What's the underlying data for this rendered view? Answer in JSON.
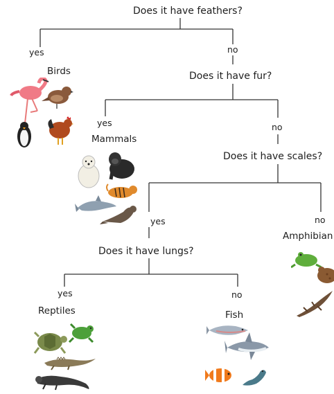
{
  "questions": {
    "feathers": "Does it have feathers?",
    "fur": "Does it have fur?",
    "scales": "Does it have scales?",
    "lungs": "Does it have lungs?"
  },
  "branches": {
    "feathers_yes": "yes",
    "feathers_no": "no",
    "fur_yes": "yes",
    "fur_no": "no",
    "scales_yes": "yes",
    "scales_no": "no",
    "lungs_yes": "yes",
    "lungs_no": "no"
  },
  "groups": {
    "birds": "Birds",
    "mammals": "Mammals",
    "amphibians": "Amphibian",
    "reptiles": "Reptiles",
    "fish": "Fish"
  },
  "illustrations": {
    "birds": [
      "flamingo",
      "sparrow",
      "penguin",
      "chicken"
    ],
    "mammals": [
      "polar-bear",
      "gorilla",
      "tiger",
      "dolphin",
      "sea-lion"
    ],
    "amphibians": [
      "frog",
      "toad",
      "newt"
    ],
    "reptiles": [
      "turtle",
      "lizard",
      "crocodile",
      "iguana"
    ],
    "fish": [
      "salmon",
      "shark",
      "clownfish",
      "eel"
    ]
  }
}
